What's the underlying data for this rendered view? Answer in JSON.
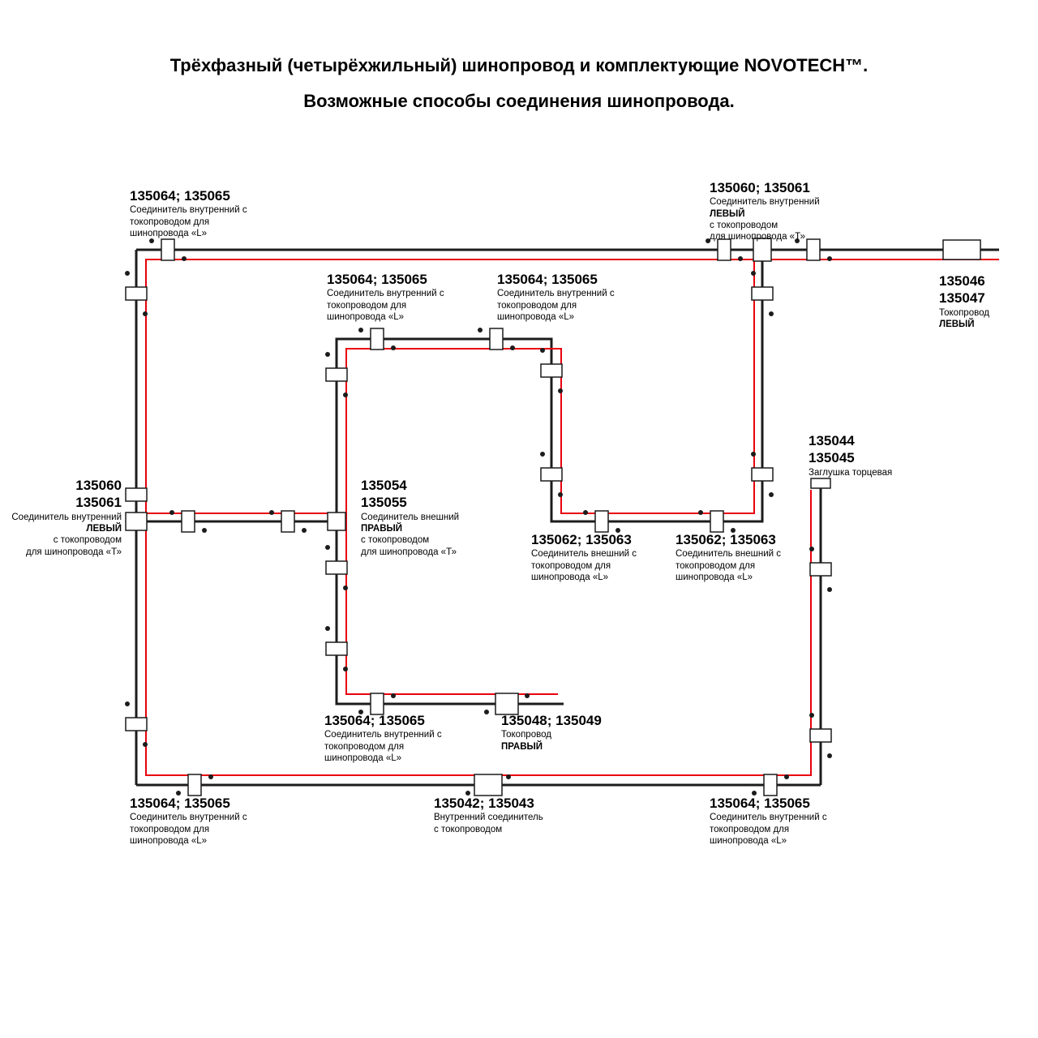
{
  "title": {
    "line1": "Трёхфазный (четырёхжильный) шинопровод и комплектующие NOVOTECH™.",
    "line2": "Возможные способы соединения шинопровода."
  },
  "colors": {
    "track": "#1c1c1c",
    "conductor": "#e8000d",
    "background": "#ffffff"
  },
  "labels": {
    "top_left_inner_connector": {
      "code": "135064; 135065",
      "desc": [
        "Соединитель внутренний с",
        "токопроводом для",
        "шинопровода «L»"
      ]
    },
    "upper_mid_left_inner_connector": {
      "code": "135064; 135065",
      "desc": [
        "Соединитель внутренний с",
        "токопроводом для",
        "шинопровода «L»"
      ]
    },
    "upper_mid_right_inner_connector": {
      "code": "135064; 135065",
      "desc": [
        "Соединитель внутренний с",
        "токопроводом для",
        "шинопровода «L»"
      ]
    },
    "top_right_t_connector": {
      "code": "135060; 135061",
      "desc": [
        "Соединитель внутренний",
        "ЛЕВЫЙ",
        "с токопроводом",
        "для шинопровода «Т»"
      ]
    },
    "right_feed": {
      "code1": "135046",
      "code2": "135047",
      "desc": [
        "Токопровод",
        "ЛЕВЫЙ"
      ]
    },
    "left_t_connector": {
      "code1": "135060",
      "code2": "135061",
      "desc": [
        "Соединитель внутренний",
        "ЛЕВЫЙ",
        "с токопроводом",
        "для шинопровода «Т»"
      ]
    },
    "center_t_connector": {
      "code1": "135054",
      "code2": "135055",
      "desc": [
        "Соединитель внешний",
        "ПРАВЫЙ",
        "с токопроводом",
        "для шинопровода «Т»"
      ]
    },
    "end_cap": {
      "code1": "135044",
      "code2": "135045",
      "desc": [
        "Заглушка торцевая"
      ]
    },
    "mid_outer_connector_left": {
      "code": "135062; 135063",
      "desc": [
        "Соединитель внешний с",
        "токопроводом для",
        "шинопровода «L»"
      ]
    },
    "mid_outer_connector_right": {
      "code": "135062; 135063",
      "desc": [
        "Соединитель внешний с",
        "токопроводом для",
        "шинопровода «L»"
      ]
    },
    "bottom_mid_inner_connector": {
      "code": "135064; 135065",
      "desc": [
        "Соединитель внутренний с",
        "токопроводом для",
        "шинопровода «L»"
      ]
    },
    "bottom_feed": {
      "code": "135048; 135049",
      "desc": [
        "Токопровод",
        "ПРАВЫЙ"
      ]
    },
    "bottom_left_inner_connector": {
      "code": "135064; 135065",
      "desc": [
        "Соединитель внутренний с",
        "токопроводом для",
        "шинопровода «L»"
      ]
    },
    "bottom_center_connector": {
      "code": "135042; 135043",
      "desc": [
        "Внутренний соединитель",
        "с токопроводом"
      ]
    },
    "bottom_right_inner_connector": {
      "code": "135064; 135065",
      "desc": [
        "Соединитель внутренний с",
        "токопроводом для",
        "шинопровода «L»"
      ]
    }
  }
}
